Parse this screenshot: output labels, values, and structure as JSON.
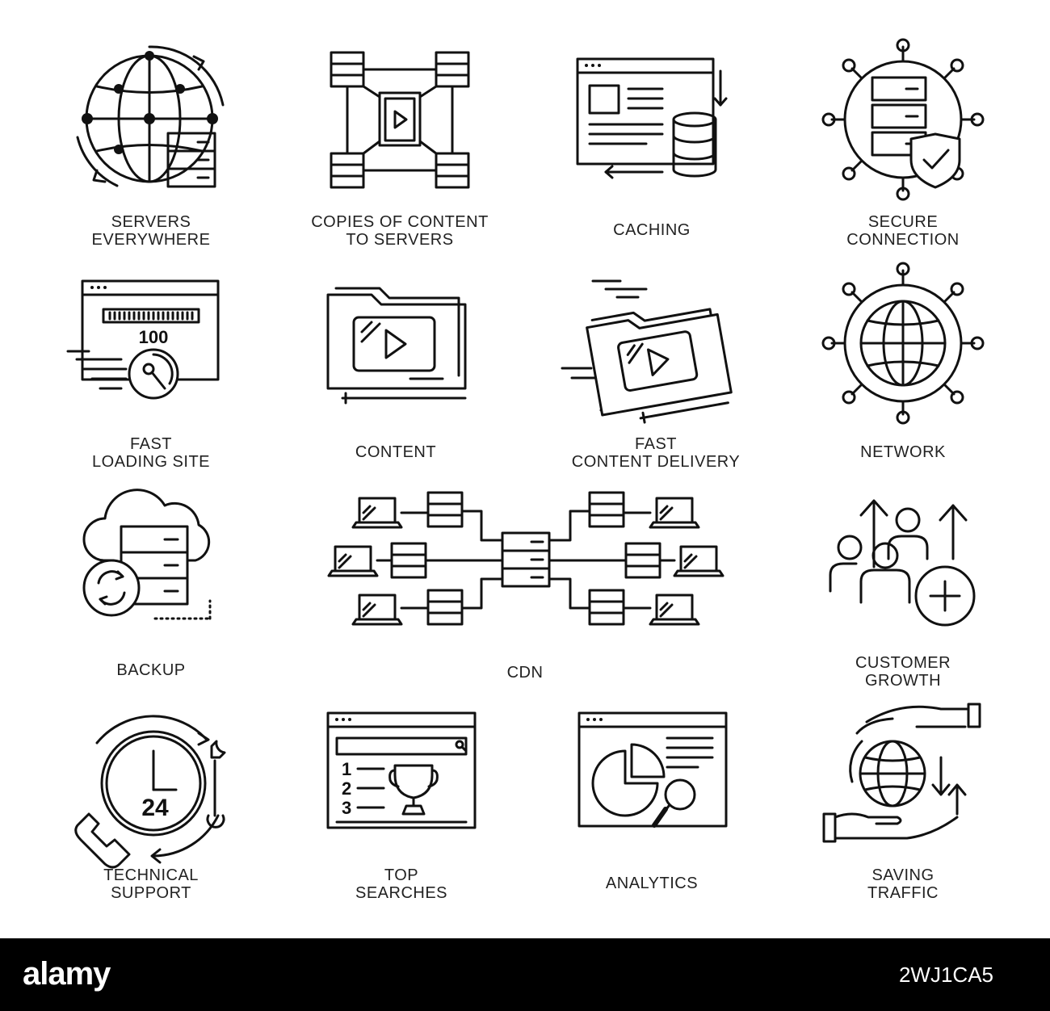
{
  "labels": {
    "servers_everywhere": "SERVERS\nEVERYWHERE",
    "copies": "COPIES OF CONTENT\nTO SERVERS",
    "caching": "CACHING",
    "secure": "SECURE\nCONNECTION",
    "fast_loading": "FAST\nLOADING SITE",
    "content": "CONTENT",
    "fast_delivery": "FAST\nCONTENT DELIVERY",
    "network": "NETWORK",
    "backup": "BACKUP",
    "cdn": "CDN",
    "customer_growth": "CUSTOMER\nGROWTH",
    "tech_support": "TECHNICAL\nSUPPORT",
    "top_searches": "TOP\nSEARCHES",
    "analytics": "ANALYTICS",
    "saving_traffic": "SAVING\nTRAFFIC"
  },
  "gauge_value": "100",
  "clock_number": "24",
  "list_numbers": [
    "1",
    "2",
    "3"
  ],
  "footer": {
    "brand": "alamy",
    "image_id": "2WJ1CA5"
  },
  "colors": {
    "stroke": "#111111",
    "background": "#ffffff",
    "footer": "#000000"
  }
}
